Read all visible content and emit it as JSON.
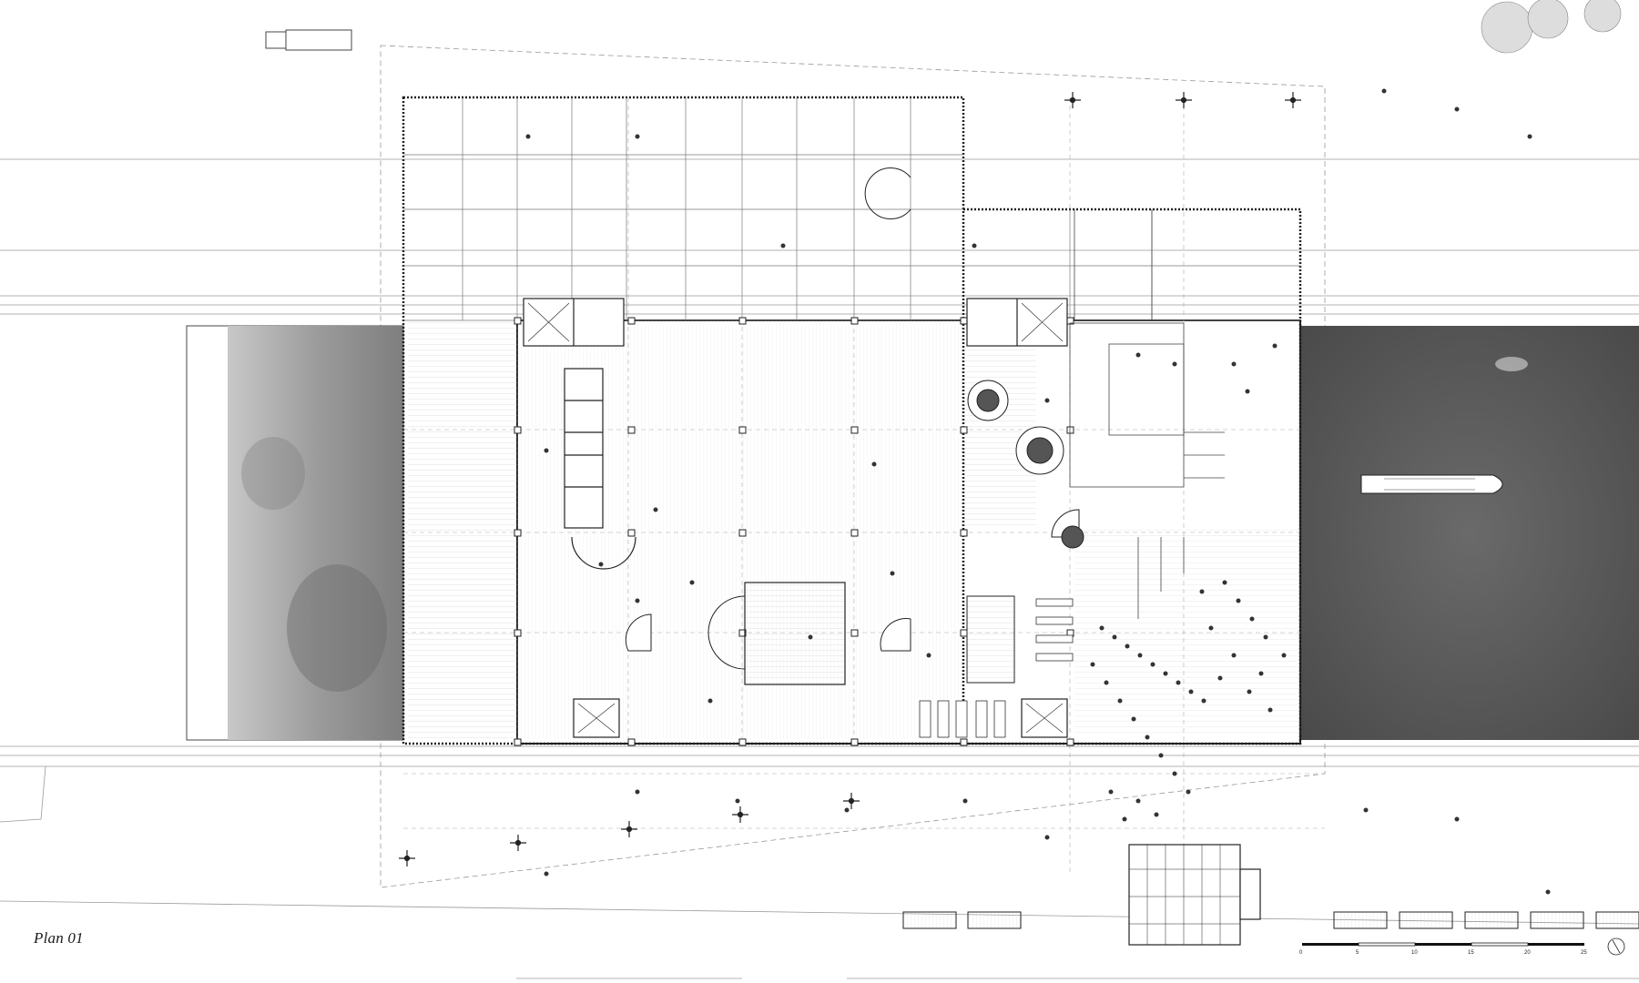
{
  "title": "Plan 01",
  "scale_bar": {
    "ticks": [
      "0",
      "5",
      "10",
      "15",
      "20",
      "25"
    ]
  },
  "north_arrow": {
    "icon": "north-arrow-icon"
  },
  "colors": {
    "line": "#333333",
    "grid": "#9a9a9a",
    "water_dark": "#505050",
    "water_light": "#b8b8b8",
    "paper": "#ffffff"
  }
}
